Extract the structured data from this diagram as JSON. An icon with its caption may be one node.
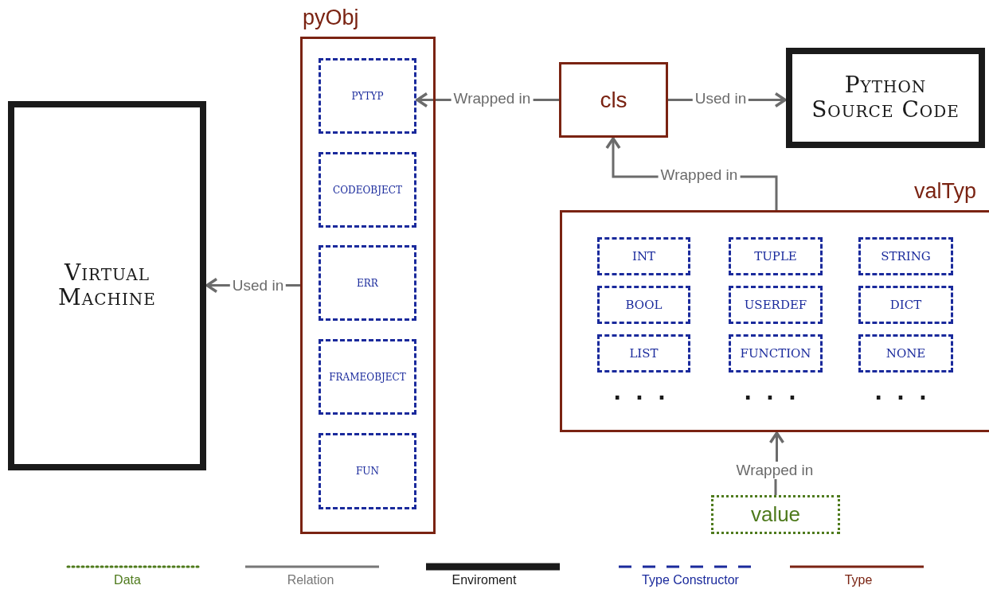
{
  "diagram": {
    "nodes": [
      {
        "text": [
          "Virtual Machine"
        ]
      },
      {
        "text": [
          "pyObj"
        ]
      },
      {
        "text": [
          "PYTYP"
        ],
        "in": 1
      },
      {
        "text": [
          "CODEOBJECT"
        ],
        "in": 1
      },
      {
        "text": [
          "ERR"
        ],
        "in": 1
      },
      {
        "text": [
          "FRAMEOBJECT"
        ],
        "in": 1
      },
      {
        "text": [
          "FUN"
        ],
        "in": 1
      },
      {
        "text": [
          "cls"
        ]
      },
      {
        "text": [
          "Python Source Code"
        ]
      },
      {
        "text": [
          "valTyp"
        ]
      },
      {
        "text": [
          "INT"
        ],
        "in": 9
      },
      {
        "text": [
          "TUPLE"
        ],
        "in": 9
      },
      {
        "text": [
          "STRING"
        ],
        "in": 9
      },
      {
        "text": [
          "BOOL"
        ],
        "in": 9
      },
      {
        "text": [
          "USERDEF"
        ],
        "in": 9
      },
      {
        "text": [
          "DICT"
        ],
        "in": 9
      },
      {
        "text": [
          "LIST"
        ],
        "in": 9
      },
      {
        "text": [
          "FUNCTION"
        ],
        "in": 9
      },
      {
        "text": [
          "NONE"
        ],
        "in": 9
      },
      {
        "text": [
          "value"
        ]
      }
    ],
    "edges": [
      {
        "from": 7,
        "to": 2,
        "arrow": "to",
        "label": "Wrapped in"
      },
      {
        "from": 7,
        "to": 8,
        "arrow": "to",
        "label": "Used in"
      },
      {
        "from": 9,
        "to": 7,
        "arrow": "to",
        "label": "Wrapped in"
      },
      {
        "from": 19,
        "to": 9,
        "arrow": "to",
        "label": "Wrapped in"
      },
      {
        "from": 1,
        "to": 0,
        "arrow": "to",
        "label": "Used in"
      }
    ],
    "labels": [
      "...",
      "...",
      "..."
    ],
    "legend": [
      {
        "text": "Data"
      },
      {
        "text": "Relation"
      },
      {
        "text": "Enviroment"
      },
      {
        "text": "Type Constructor"
      },
      {
        "text": "Type"
      }
    ]
  }
}
